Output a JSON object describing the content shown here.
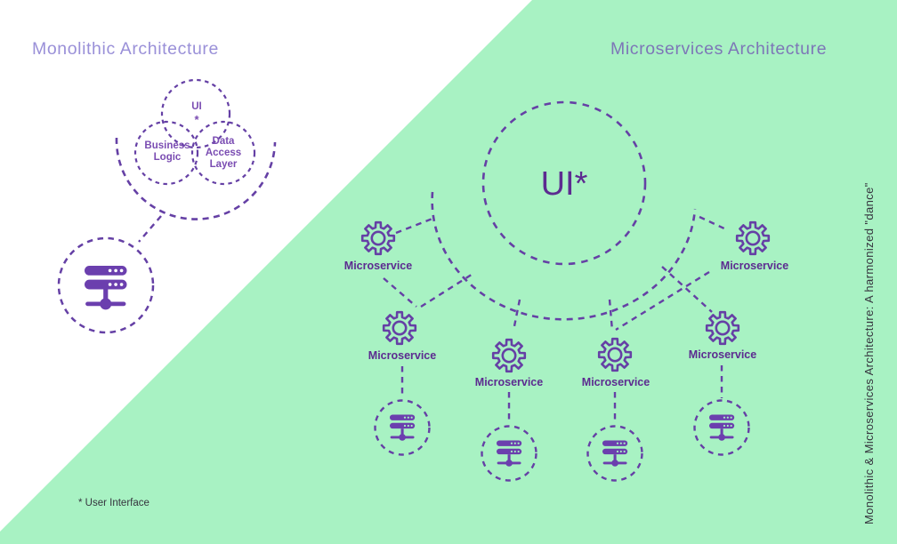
{
  "left": {
    "title": "Monolithic Architecture",
    "venn": {
      "ui_label": "UI",
      "ui_asterisk": "*",
      "business_lines": [
        "Business",
        "Logic"
      ],
      "data_access_lines": [
        "Data",
        "Access",
        "Layer"
      ]
    },
    "server_icon": "server-rack-icon",
    "footnote": "* User Interface"
  },
  "right": {
    "title": "Microservices Architecture",
    "ui_label": "UI*",
    "gear_icon": "gear-icon",
    "server_icon": "server-rack-icon",
    "microservices": [
      "Microservice",
      "Microservice",
      "Microservice",
      "Microservice",
      "Microservice",
      "Microservice"
    ],
    "side_note": "Monolithic & Microservices Architecture: A harmonized \"dance\""
  },
  "colors": {
    "background_green": "#a8f2c3",
    "stroke_purple": "#6540a5",
    "label_purple": "#5c2b90",
    "server_purple": "#6b3fae",
    "title_left": "#9a90d8",
    "title_right": "#7d77b7",
    "note_dark": "#35343e"
  }
}
